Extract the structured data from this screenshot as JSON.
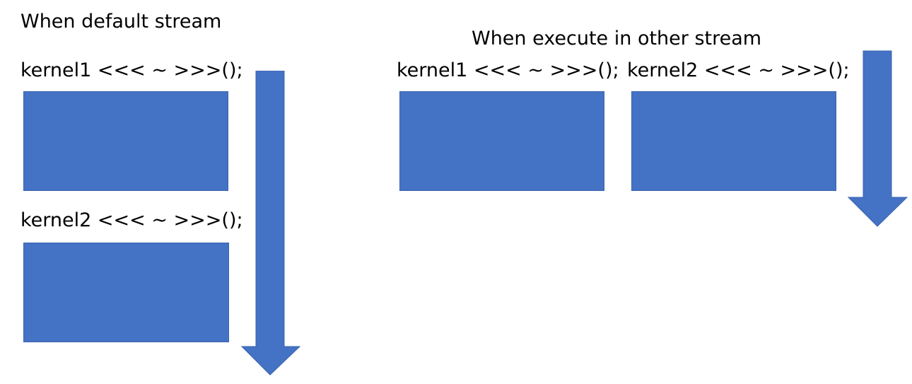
{
  "left_panel": {
    "title": "When default stream",
    "kernel1_label": "kernel1 <<< ~ >>>();",
    "kernel2_label": "kernel2 <<< ~ >>>();"
  },
  "right_panel": {
    "title": "When execute in other stream",
    "kernel1_label": "kernel1 <<< ~ >>>();",
    "kernel2_label": "kernel2 <<< ~ >>>();"
  },
  "colors": {
    "box": "#4472C4",
    "arrow": "#4472C4"
  },
  "icons": {
    "time_arrow": "arrow-down-icon"
  }
}
